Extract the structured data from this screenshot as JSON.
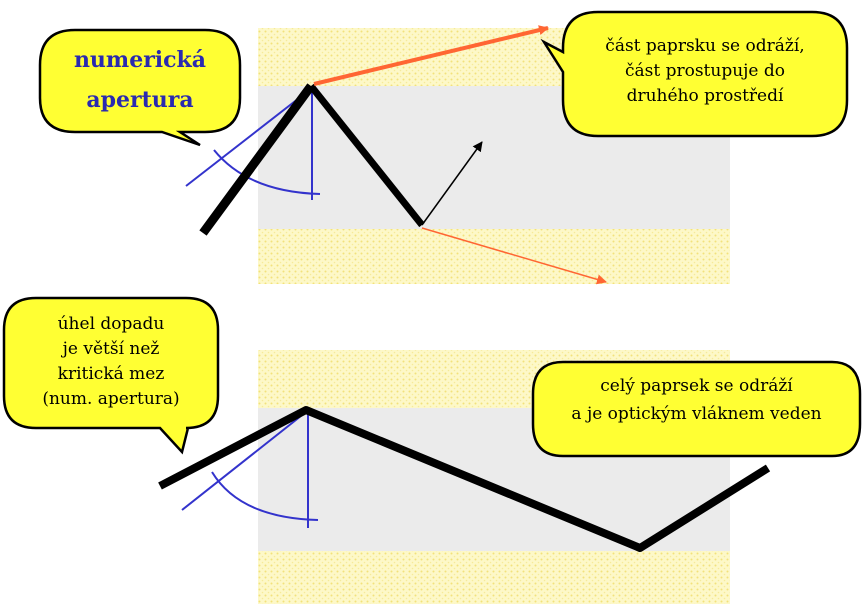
{
  "top_panel": {
    "callout_left": {
      "lines": [
        "numerická",
        "apertura"
      ]
    },
    "callout_right": {
      "lines": [
        "část paprsku se odráží,",
        "část prostupuje do",
        "druhého prostředí"
      ]
    }
  },
  "bottom_panel": {
    "callout_left": {
      "lines": [
        "úhel dopadu",
        "je větší než",
        "kritická mez",
        "(num. apertura)"
      ]
    },
    "callout_right": {
      "lines": [
        "celý paprsek se odráží",
        "a je optickým vláknem veden"
      ]
    }
  },
  "colors": {
    "cladding": "#fcf7bf",
    "core": "#ebebeb",
    "bubble_fill": "#ffff33",
    "ray": "#000000",
    "reflected_ray": "#ff6633",
    "angle_lines": "#3333cc",
    "callout_title": "#2a2ab0"
  }
}
